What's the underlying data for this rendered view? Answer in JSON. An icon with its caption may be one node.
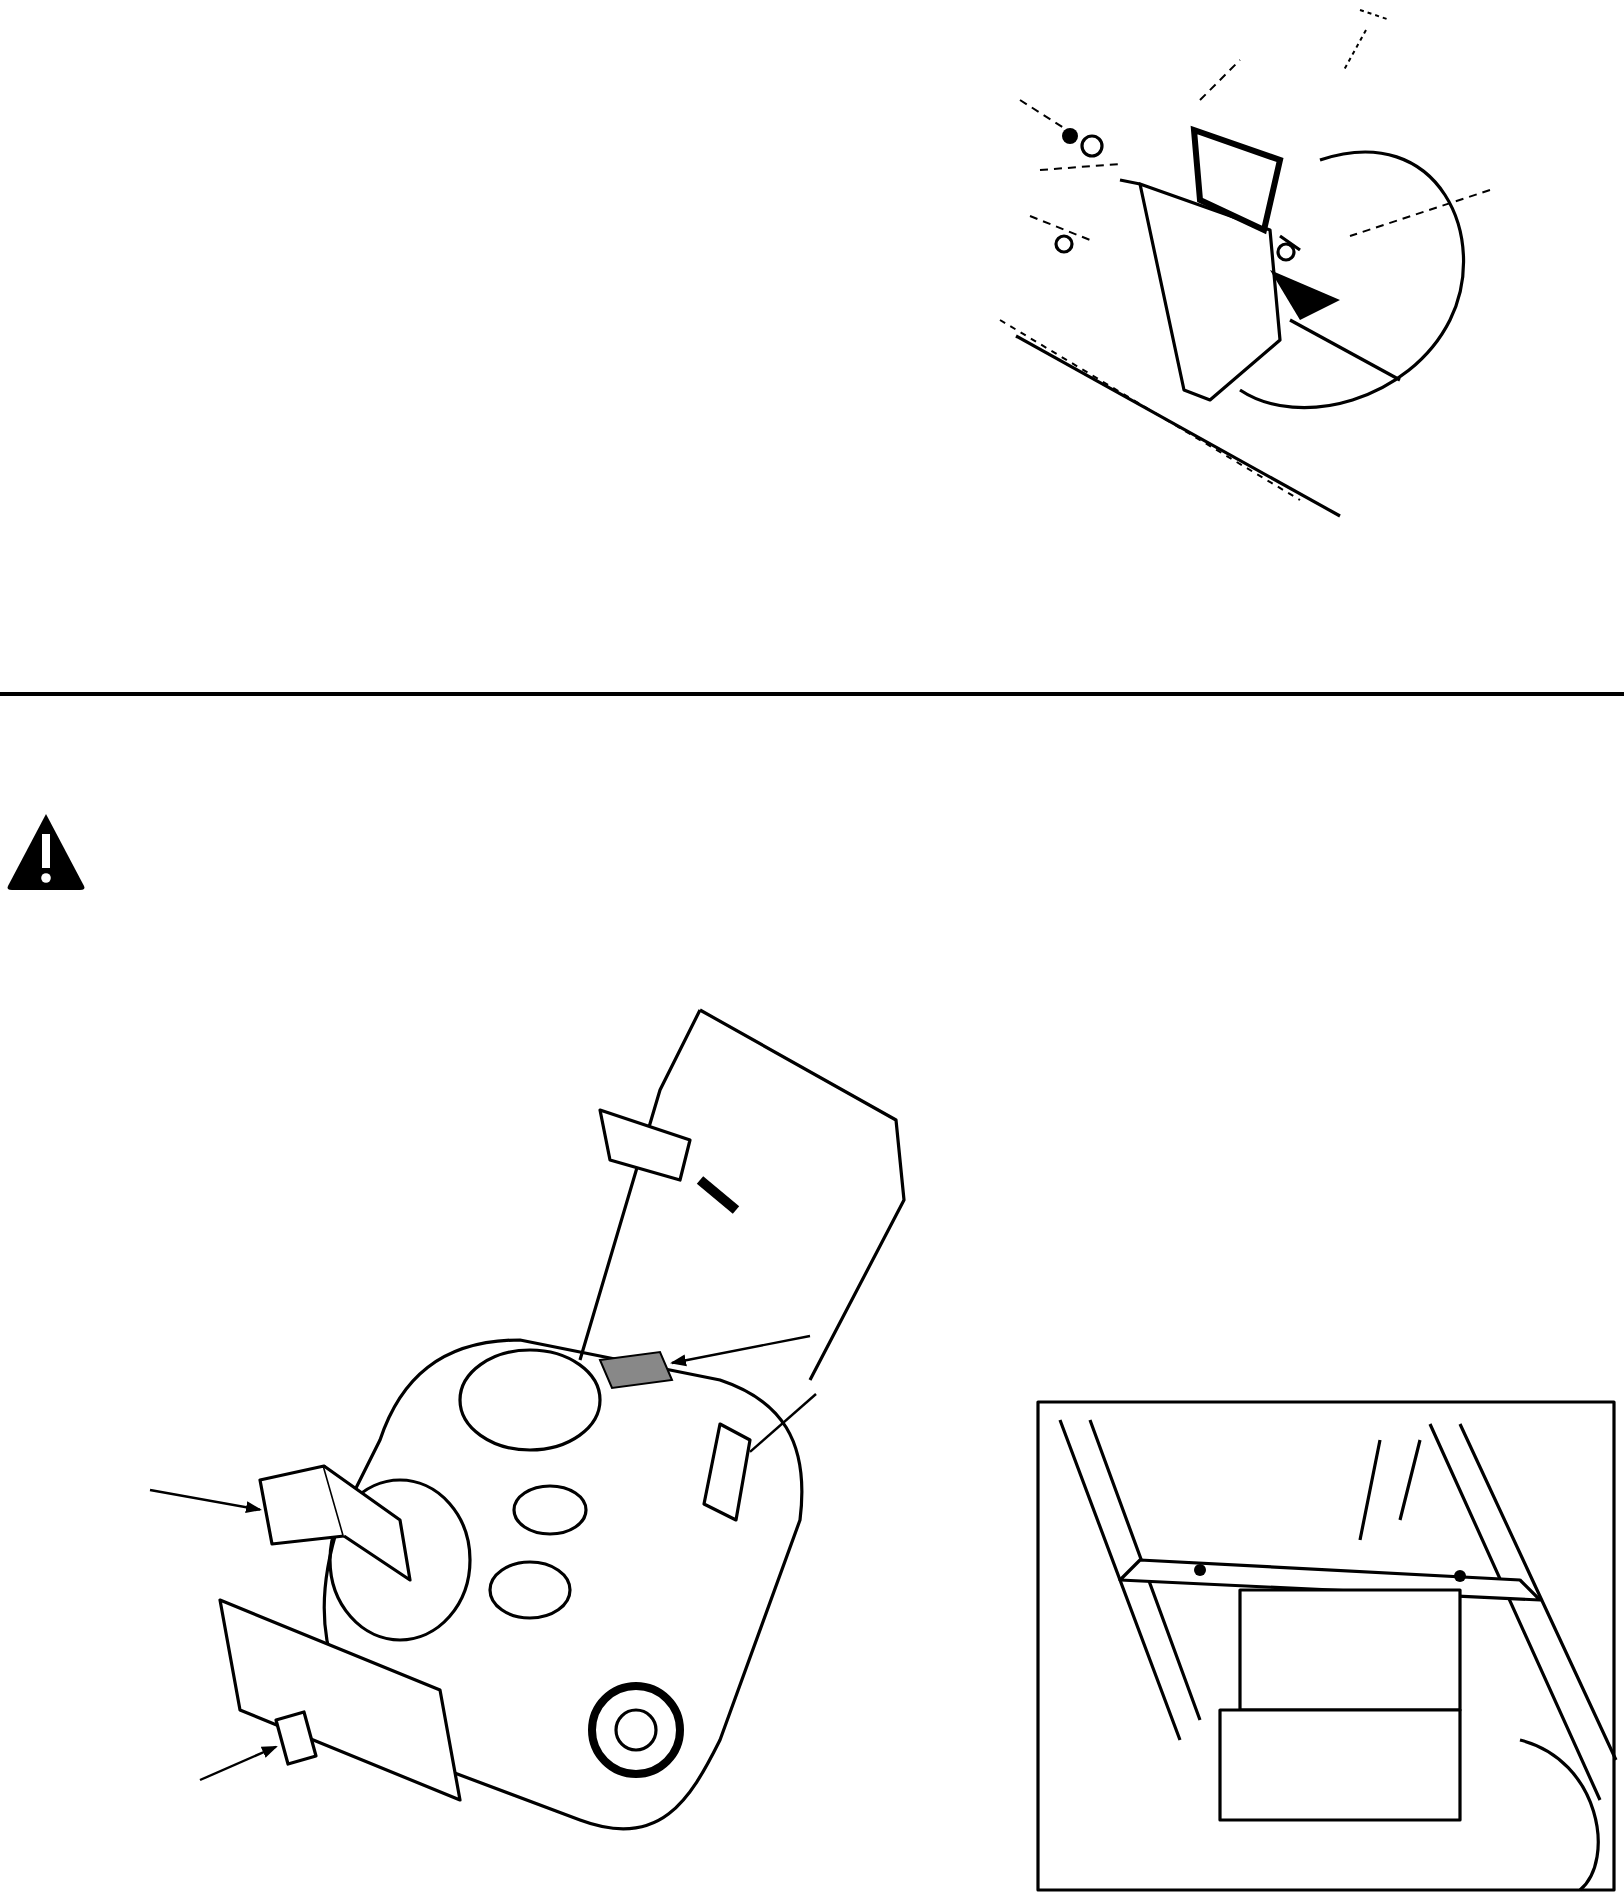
{
  "diagram": {
    "nodes": [
      {
        "text": [],
        "shape": "picture"
      },
      {
        "text": [],
        "shape": "picture"
      },
      {
        "text": [],
        "shape": "picture",
        "in": 1
      },
      {
        "text": [],
        "shape": "picture",
        "in": 1
      },
      {
        "text": [],
        "shape": "picture",
        "in": 1
      },
      {
        "text": [],
        "shape": "picture",
        "in": 1
      },
      {
        "text": [],
        "shape": "picture"
      }
    ],
    "edges": [
      {
        "from": null,
        "to": 2,
        "arrow": "to"
      },
      {
        "from": null,
        "to": 3,
        "arrow": "to"
      },
      {
        "from": null,
        "to": 4,
        "arrow": "to"
      },
      {
        "from": null,
        "to": 5,
        "arrow": "none"
      }
    ]
  }
}
